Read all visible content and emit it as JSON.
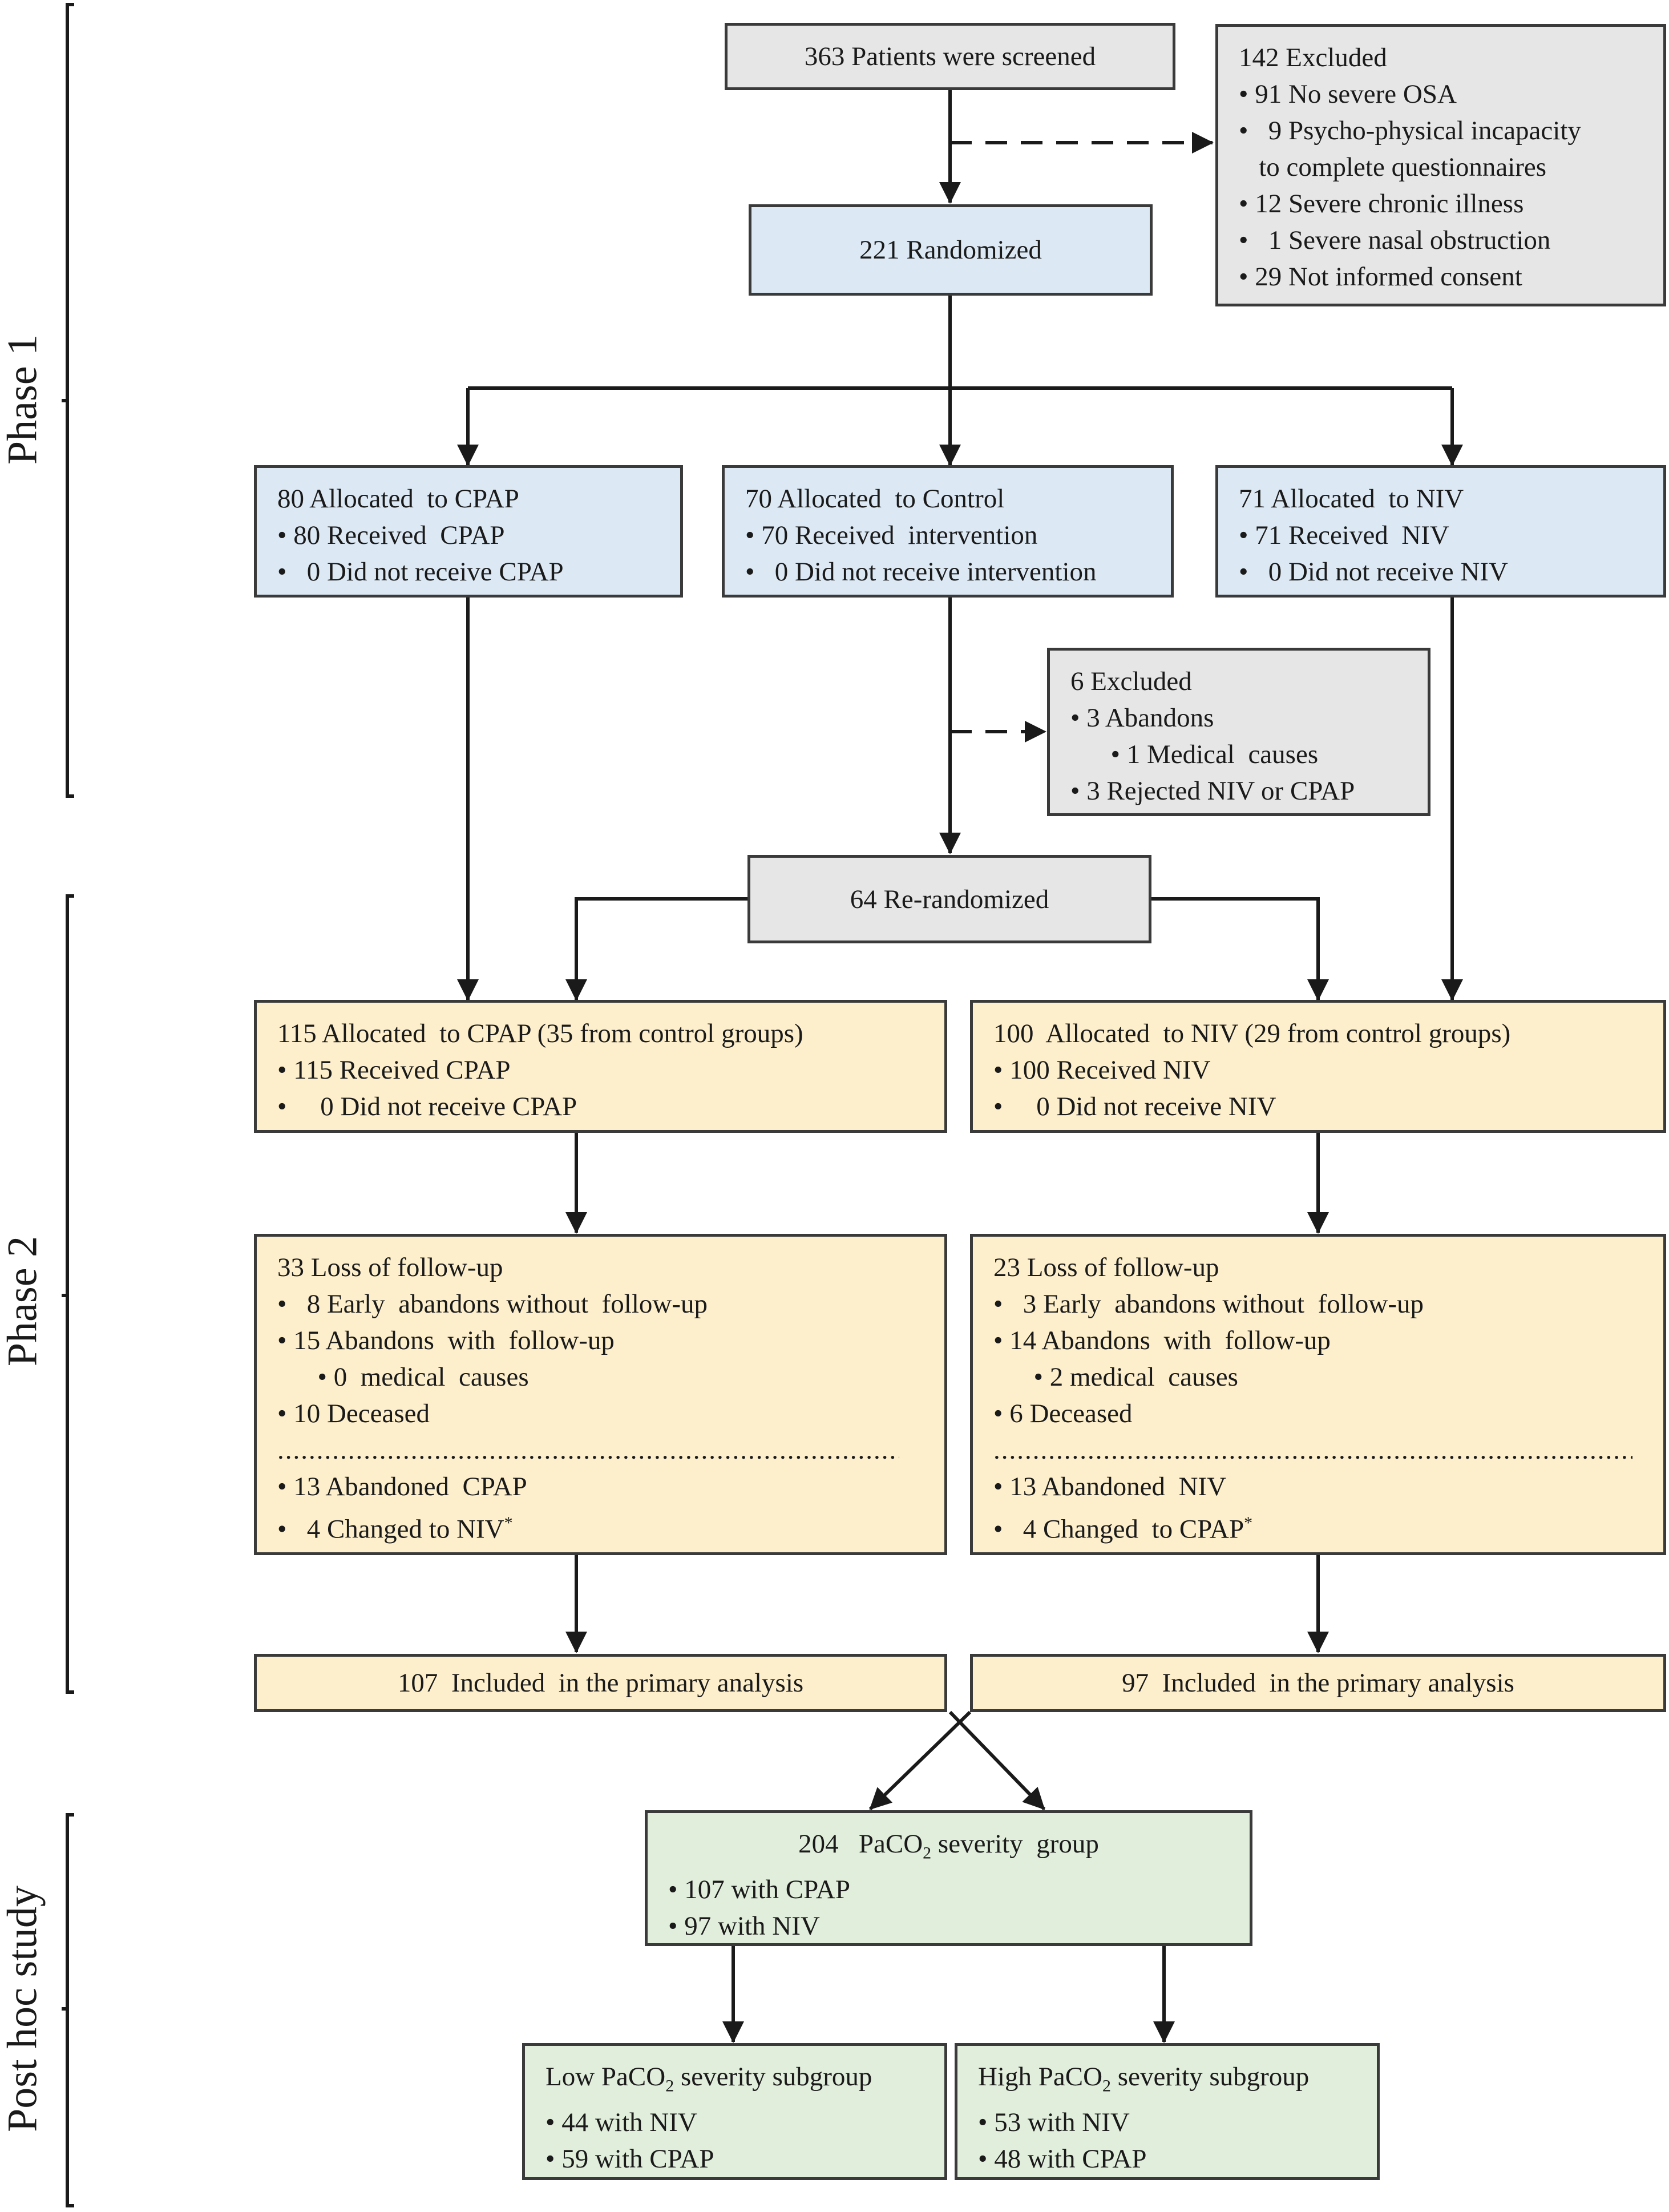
{
  "phases": {
    "phase1": "Phase 1",
    "phase2": "Phase 2",
    "posthoc": "Post hoc study"
  },
  "screened": {
    "text": "363 Patients were screened"
  },
  "excluded1": {
    "title": "142 Excluded",
    "items": [
      "• 91 No severe OSA",
      "•   9 Psycho-physical incapacity",
      "   to complete questionnaires",
      "• 12 Severe chronic illness",
      "•   1 Severe nasal obstruction",
      "• 29 Not informed consent"
    ]
  },
  "randomized": {
    "text": "221 Randomized"
  },
  "alloc_cpap": {
    "title": "80 Allocated  to CPAP",
    "items": [
      "• 80 Received  CPAP",
      "•   0 Did not receive CPAP"
    ]
  },
  "alloc_control": {
    "title": "70 Allocated  to Control",
    "items": [
      "• 70 Received  intervention",
      "•   0 Did not receive intervention"
    ]
  },
  "alloc_niv": {
    "title": "71 Allocated  to NIV",
    "items": [
      "• 71 Received  NIV",
      "•   0 Did not receive NIV"
    ]
  },
  "excluded2": {
    "title": "6 Excluded",
    "items": [
      "• 3 Abandons",
      "      • 1 Medical  causes",
      "• 3 Rejected NIV or CPAP"
    ]
  },
  "rerandomized": {
    "text": "64 Re-randomized"
  },
  "p2_cpap": {
    "title": "115 Allocated  to CPAP (35 from control groups)",
    "items": [
      "• 115 Received CPAP",
      "•     0 Did not receive CPAP"
    ]
  },
  "p2_niv": {
    "title": "100  Allocated  to NIV (29 from control groups)",
    "items": [
      "• 100 Received NIV",
      "•     0 Did not receive NIV"
    ]
  },
  "loss_cpap": {
    "title": "33 Loss of follow-up",
    "items": [
      "•   8 Early  abandons without  follow-up",
      "• 15 Abandons  with  follow-up",
      "      • 0  medical  causes",
      "• 10 Deceased"
    ],
    "dots": "..................................................................................",
    "items2": [
      "• 13 Abandoned  CPAP",
      "•   4 Changed to NIV"
    ],
    "sup": "*"
  },
  "loss_niv": {
    "title": "23 Loss of follow-up",
    "items": [
      "•   3 Early  abandons without  follow-up",
      "• 14 Abandons  with  follow-up",
      "      • 2 medical  causes",
      "• 6 Deceased"
    ],
    "dots": "..................................................................................",
    "items2": [
      "• 13 Abandoned  NIV",
      "•   4 Changed  to CPAP"
    ],
    "sup": "*"
  },
  "included_cpap": {
    "text": "107  Included  in the primary analysis"
  },
  "included_niv": {
    "text": "97  Included  in the primary analysis"
  },
  "paco2_group": {
    "title_pre": "204   PaCO",
    "title_sub": "2",
    "title_post": " severity  group",
    "items": [
      "• 107 with CPAP",
      "• 97 with NIV"
    ]
  },
  "low_group": {
    "title_pre": "Low PaCO",
    "title_sub": "2",
    "title_post": " severity subgroup",
    "items": [
      "• 44 with NIV",
      "• 59 with CPAP"
    ]
  },
  "high_group": {
    "title_pre": "High PaCO",
    "title_sub": "2",
    "title_post": " severity subgroup",
    "items": [
      "• 53 with NIV",
      "• 48 with CPAP"
    ]
  },
  "colors": {
    "gray_box": "#e6e6e6",
    "blue_box": "#dce9f5",
    "yellow_box": "#fdefcc",
    "green_box": "#e1eedc",
    "stroke": "#3a3a3a"
  }
}
